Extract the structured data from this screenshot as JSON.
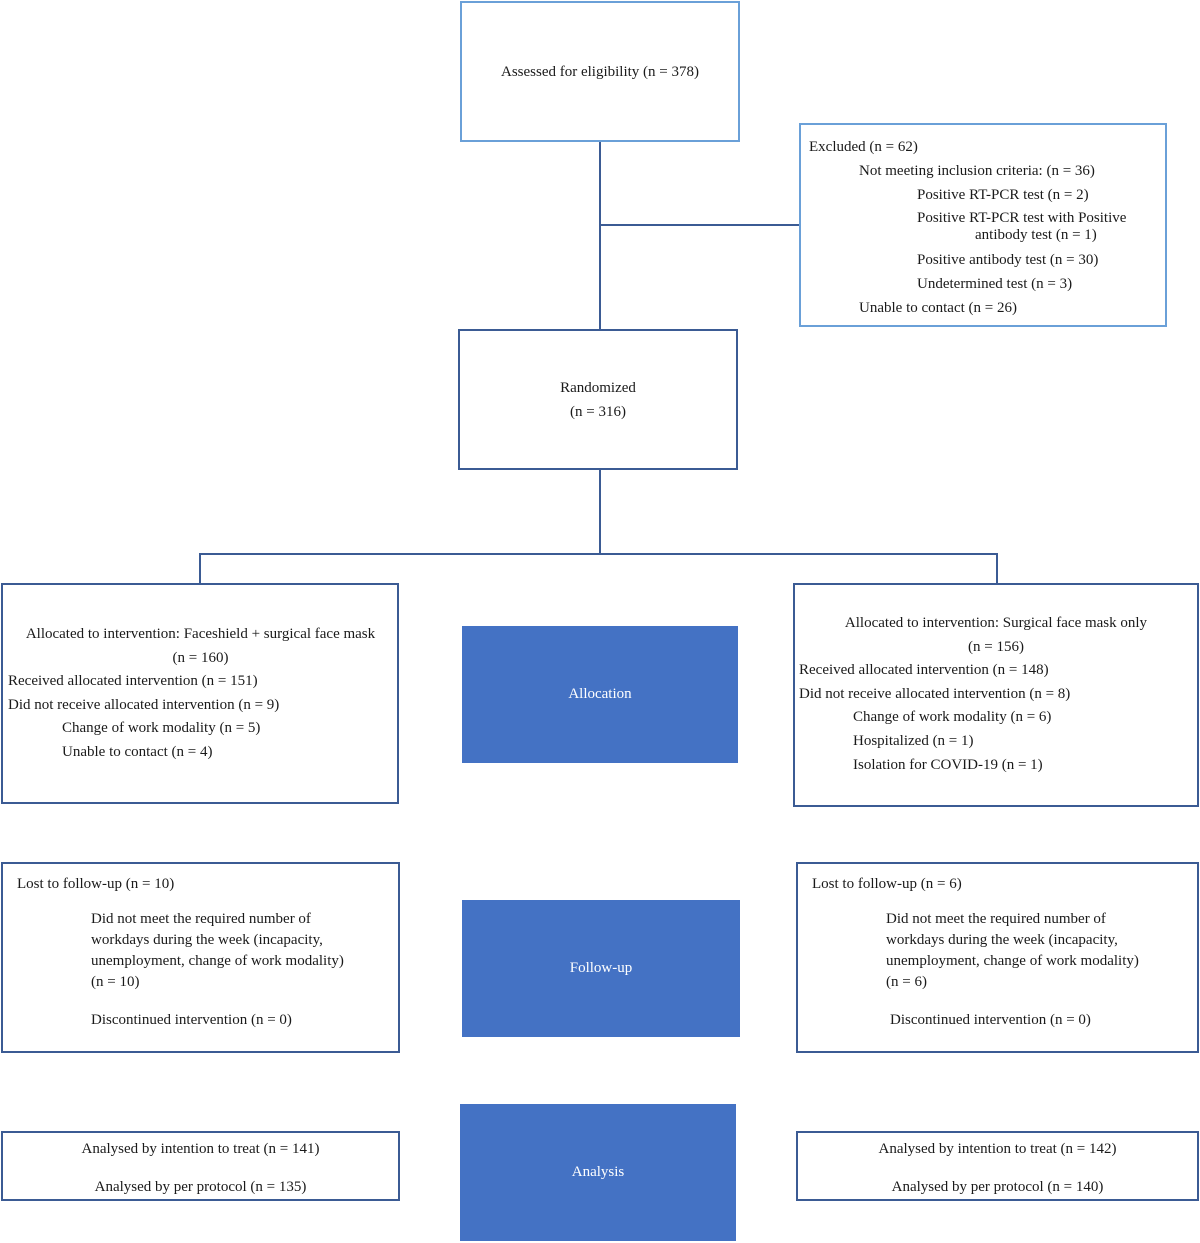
{
  "nodes": {
    "eligibility": {
      "text": "Assessed for eligibility (n = 378)"
    },
    "excluded": {
      "title": "Excluded (n = 62)",
      "not_meeting": "Not meeting inclusion criteria: (n = 36)",
      "pos_rtpcr": "Positive RT-PCR test (n = 2)",
      "pos_rtpcr_antibody_line1": "Positive RT-PCR test with Positive",
      "pos_rtpcr_antibody_line2": "antibody test (n = 1)",
      "pos_antibody": "Positive antibody test (n = 30)",
      "undetermined": "Undetermined test (n = 3)",
      "unable_contact": "Unable to contact (n = 26)"
    },
    "randomized": {
      "label": "Randomized",
      "count": "(n = 316)"
    },
    "alloc_left": {
      "title": "Allocated to intervention: Faceshield + surgical face mask",
      "count": "(n = 160)",
      "received": "Received allocated intervention (n = 151)",
      "not_received": "Did not receive allocated intervention (n = 9)",
      "change_modality": "Change of work modality (n = 5)",
      "unable_contact": "Unable to contact (n = 4)"
    },
    "alloc_right": {
      "title": "Allocated to intervention: Surgical face mask only",
      "count": "(n = 156)",
      "received": "Received allocated intervention (n = 148)",
      "not_received": "Did not receive allocated intervention (n = 8)",
      "change_modality": "Change of work modality (n = 6)",
      "hospitalized": "Hospitalized (n = 1)",
      "isolation": "Isolation for COVID-19 (n = 1)"
    },
    "follow_left": {
      "lost": "Lost to follow-up  (n = 10)",
      "req_line1": "Did not meet the required number of",
      "req_line2": "workdays during the week  (incapacity,",
      "req_line3": "unemployment, change of work modality)",
      "req_line4": "(n = 10)",
      "discontinued": "Discontinued intervention (n = 0)"
    },
    "follow_right": {
      "lost": "Lost to follow-up  (n = 6)",
      "req_line1": "Did not meet the required number of",
      "req_line2": "workdays during the week  (incapacity,",
      "req_line3": "unemployment, change of work modality)",
      "req_line4": "(n = 6)",
      "discontinued": "Discontinued intervention (n = 0)"
    },
    "analysis_left": {
      "itt": "Analysed by intention to treat  (n = 141)",
      "pp": "Analysed by per protocol (n = 135)"
    },
    "analysis_right": {
      "itt": "Analysed by intention to treat  (n = 142)",
      "pp": "Analysed by per protocol (n = 140)"
    }
  },
  "stages": {
    "allocation": "Allocation",
    "followup": "Follow-up",
    "analysis": "Analysis"
  },
  "colors": {
    "stage_fill": "#4472c4",
    "connector": "#3b5b94",
    "box_border_light": "#6aa0d8"
  }
}
